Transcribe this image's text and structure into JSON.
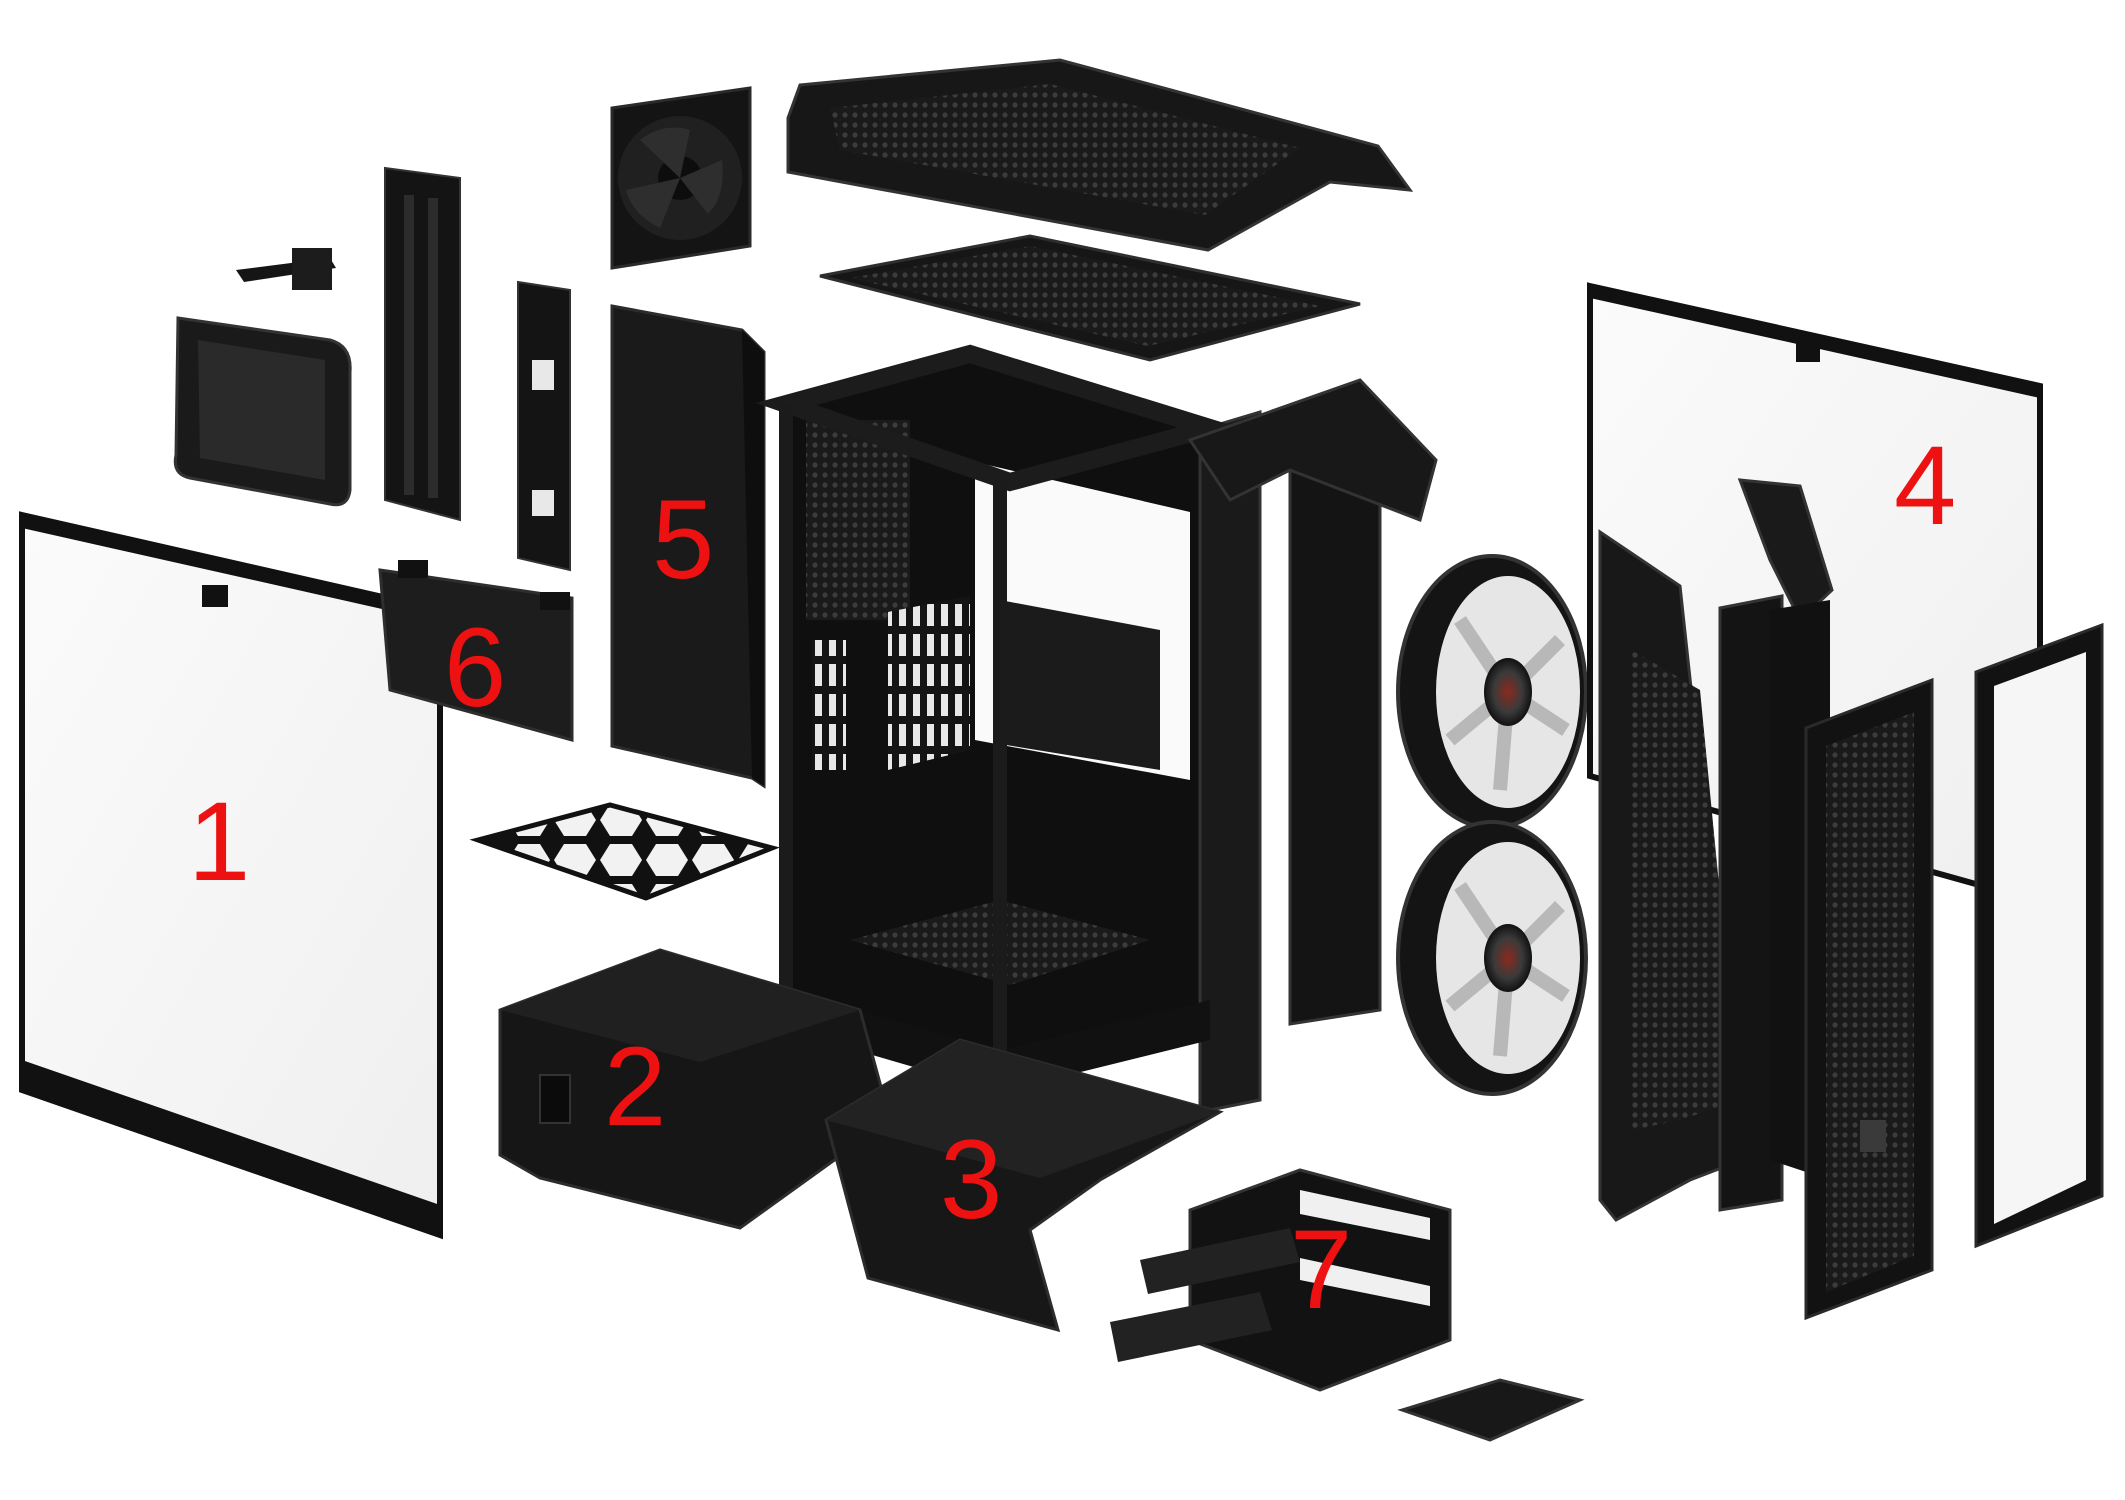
{
  "diagram": {
    "callouts": [
      {
        "id": "1",
        "label": "1"
      },
      {
        "id": "2",
        "label": "2"
      },
      {
        "id": "3",
        "label": "3"
      },
      {
        "id": "4",
        "label": "4"
      },
      {
        "id": "5",
        "label": "5"
      },
      {
        "id": "6",
        "label": "6"
      },
      {
        "id": "7",
        "label": "7"
      }
    ],
    "colors": {
      "callout": "#ee1111",
      "metal": "#161616",
      "metal_edge": "#3a3a3a",
      "glass": "#f4f4f4",
      "fan_blade": "#dcdcdc"
    }
  }
}
